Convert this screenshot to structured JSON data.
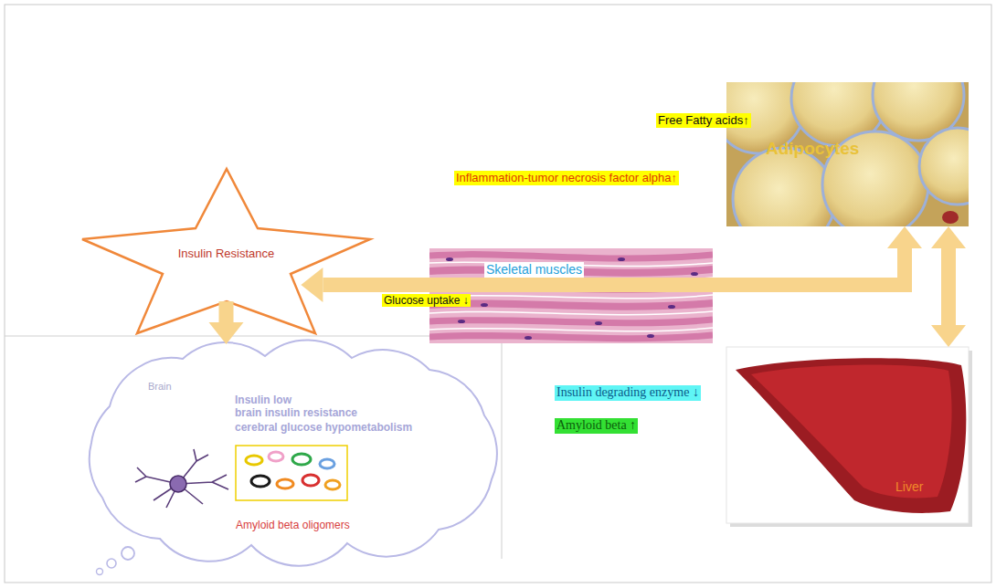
{
  "diagram": {
    "nodes": [
      {
        "text": [
          "Insulin Resistance"
        ]
      },
      {
        "text": [
          "Free Fatty acids↑",
          "Inflammation-tumor necrosis factor alpha↑",
          "Adipocytes"
        ]
      },
      {
        "text": [
          "Skeletal muscles",
          "Glucose uptake ↓"
        ]
      },
      {
        "text": [
          "Brain",
          "Insulin low",
          "brain insulin resistance",
          "cerebral glucose hypometabolism",
          "Amyloid beta oligomers"
        ]
      },
      {
        "text": [
          "Insulin degrading enzyme ↓",
          "Amyloid beta ↑",
          "Liver"
        ]
      }
    ],
    "edges": [
      {
        "from": 0,
        "to": 3,
        "arrow": "to"
      },
      {
        "from": 0,
        "to": 1,
        "arrow": "both"
      },
      {
        "from": 1,
        "to": 4,
        "arrow": "both"
      }
    ]
  }
}
